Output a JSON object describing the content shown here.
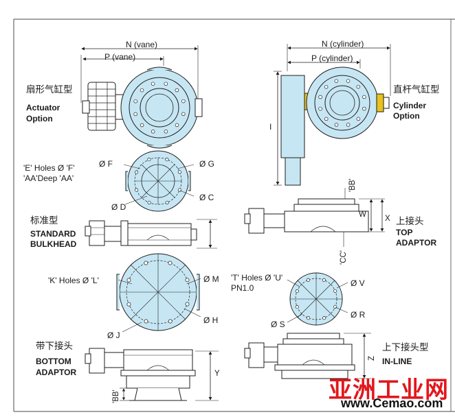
{
  "labels": {
    "n_vane": "N (vane)",
    "p_vane": "P (vane)",
    "n_cyl": "N (cylinder)",
    "p_cyl": "P (cylinder)",
    "actuator_zh": "扇形气缸型",
    "actuator_en1": "Actuator",
    "actuator_en2": "Option",
    "cylinder_zh": "直杆气缸型",
    "cylinder_en1": "Cylinder",
    "cylinder_en2": "Option",
    "dim_i": "I",
    "holes_ef": "'E' Holes Ø 'F'",
    "aa_deep": "'AA'Deep 'AA'",
    "dia_f": "Ø F",
    "dia_g": "Ø G",
    "dia_c": "Ø C",
    "dia_d": "Ø D",
    "dim_bb": "'BB'",
    "dim_w": "W",
    "dim_x": "X",
    "dim_cc": "'CC'",
    "standard_zh": "标准型",
    "standard_en1": "STANDARD",
    "standard_en2": "BULKHEAD",
    "top_zh": "上接头",
    "top_en1": "TOP",
    "top_en2": "ADAPTOR",
    "holes_kl": "'K' Holes Ø 'L'",
    "dia_m": "Ø M",
    "dia_h": "Ø H",
    "dia_j": "Ø J",
    "holes_tu": "'T' Holes Ø 'U'",
    "pn": "PN1.0",
    "dia_v": "Ø V",
    "dia_r": "Ø R",
    "dia_s": "Ø S",
    "bottom_zh": "带下接头",
    "bottom_en1": "BOTTOM",
    "bottom_en2": "ADAPTOR",
    "inline_zh": "上下接头型",
    "inline_en": "IN-LINE",
    "dim_y": "Y",
    "dim_z": "Z",
    "dim_bb2": "'BB'"
  },
  "watermark": {
    "zh": "亚洲工业网",
    "url": "www.Cemao.com"
  },
  "colors": {
    "body_fill": "#c7e6f3",
    "line": "#1e1e1e",
    "accent_yellow": "#e9c21a",
    "watermark_red": "#e2171d"
  }
}
